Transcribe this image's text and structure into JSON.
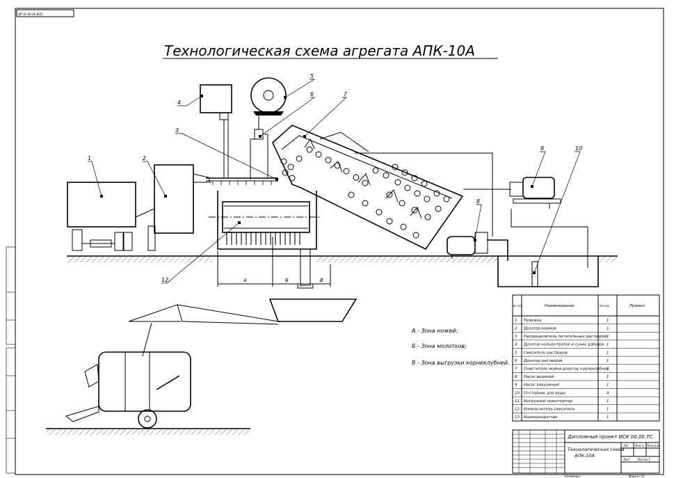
{
  "title": "Технологическая схема агрегата АПК-10А",
  "doc_code_rotated": "ДП 00.00.00 ИСК",
  "callouts": [
    "1",
    "2",
    "3",
    "4",
    "5",
    "6",
    "7",
    "8",
    "9",
    "10",
    "12"
  ],
  "dimension_labels": [
    "А",
    "Б",
    "В"
  ],
  "zones": [
    "А - Зона ножей;",
    "Б - Зона молотков;",
    "В - Зона выгрузки корнеклубней."
  ],
  "spec_table": {
    "headers": {
      "num": "№ п/п",
      "name": "Наименование",
      "qty": "Кол-во",
      "note": "Примеч."
    },
    "rows": [
      {
        "num": "1",
        "name": "Тележка",
        "qty": "1"
      },
      {
        "num": "2",
        "name": "Дозатор кормов",
        "qty": "1"
      },
      {
        "num": "3",
        "name": "Распределитель питательных растворов",
        "qty": "1"
      },
      {
        "num": "4",
        "name": "Дозатор концентратов и сухих добавок",
        "qty": "1"
      },
      {
        "num": "5",
        "name": "Смеситель растворов",
        "qty": "1"
      },
      {
        "num": "6",
        "name": "Дозатор растворов",
        "qty": "1"
      },
      {
        "num": "7",
        "name": "Очиститель мойки-дозатор корнеклубней",
        "qty": "1"
      },
      {
        "num": "8",
        "name": "Насос водяной",
        "qty": "1"
      },
      {
        "num": "9",
        "name": "Насос вакуумный",
        "qty": "1"
      },
      {
        "num": "10",
        "name": "Отстойник для воды",
        "qty": "4"
      },
      {
        "num": "11",
        "name": "Выгрузной транспортер",
        "qty": "1"
      },
      {
        "num": "12",
        "name": "Измельчитель-смеситель",
        "qty": "1"
      },
      {
        "num": "13",
        "name": "Кормораздатчик",
        "qty": "1"
      }
    ]
  },
  "title_block": {
    "project": "Дипломный проект ИСК 00.00.ТС",
    "drawing_name_1": "Технологическая схема",
    "drawing_name_2": "АПК-10А",
    "col_headers": [
      "Лит",
      "Масса",
      "Масштаб"
    ],
    "sheet": "Лист",
    "sheets": "Листов 1",
    "footer_left": "Копировал",
    "footer_right": "Формат А1"
  }
}
